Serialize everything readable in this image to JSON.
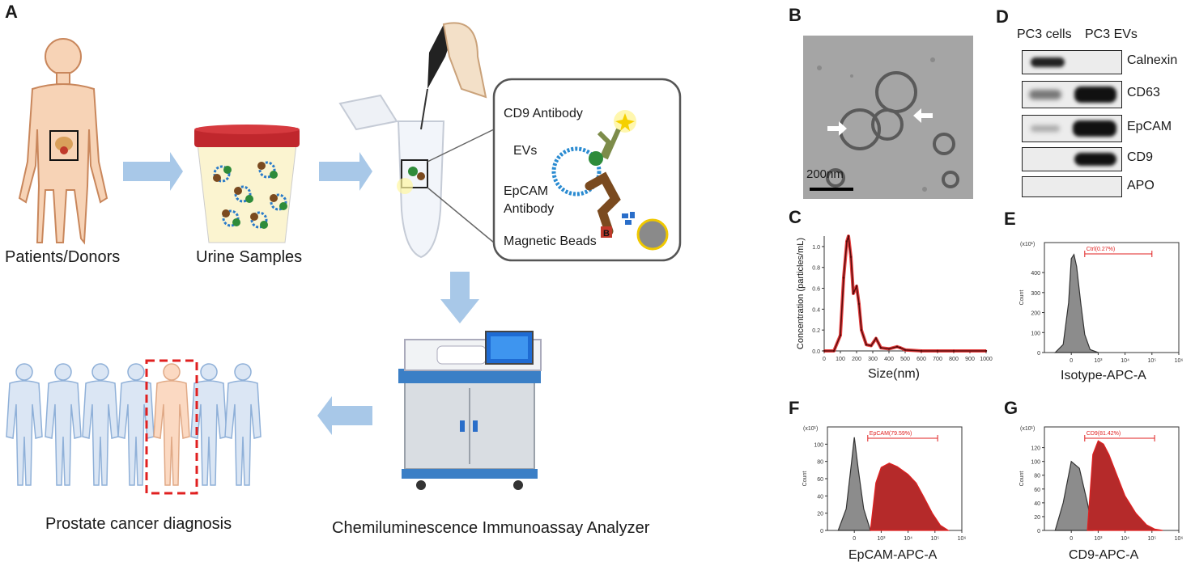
{
  "panels": {
    "A": "A",
    "B": "B",
    "C": "C",
    "D": "D",
    "E": "E",
    "F": "F",
    "G": "G"
  },
  "workflow": {
    "patients_label": "Patients/Donors",
    "urine_label": "Urine Samples",
    "diagnosis_label": "Prostate cancer diagnosis",
    "analyzer_label": "Chemiluminescence Immunoassay Analyzer",
    "inset": {
      "cd9_antibody": "CD9 Antibody",
      "evs": "EVs",
      "epcam_line1": "EpCAM",
      "epcam_line2": "Antibody",
      "magnetic_beads": "Magnetic Beads",
      "bead_letter": "B"
    }
  },
  "tem": {
    "scale_bar": "200nm"
  },
  "western_blot": {
    "columns": [
      "PC3 cells",
      "PC3 EVs"
    ],
    "rows": [
      "Calnexin",
      "CD63",
      "EpCAM",
      "CD9",
      "APO"
    ]
  },
  "nta": {
    "xlabel": "Size(nm)",
    "ylabel": "Concentration (particles/mL)"
  },
  "flow": {
    "E": {
      "xlabel": "Isotype-APC-A",
      "gate": "Ctrl(0.27%)"
    },
    "F": {
      "xlabel": "EpCAM-APC-A",
      "gate": "EpCAM(79.59%)"
    },
    "G": {
      "xlabel": "CD9-APC-A",
      "gate": "CD9(81.42%)"
    },
    "count_label": "Count",
    "multiplier": "(x10¹)"
  },
  "chart_data": [
    {
      "type": "line",
      "panel": "C",
      "xlabel": "Size(nm)",
      "ylabel": "Concentration (particles/mL)",
      "xlim": [
        0,
        1000
      ],
      "ylim": [
        0,
        1.1
      ],
      "x_ticks": [
        "0",
        "100",
        "200",
        "300",
        "400",
        "500",
        "600",
        "700",
        "800",
        "900",
        "1000"
      ],
      "y_ticks": [
        "0.0",
        "0.2",
        "0.4",
        "0.6",
        "0.8",
        "1.0"
      ],
      "x": [
        0,
        60,
        100,
        120,
        140,
        150,
        165,
        180,
        200,
        215,
        230,
        260,
        290,
        320,
        350,
        400,
        450,
        470,
        500,
        600,
        700,
        800,
        1000
      ],
      "y": [
        0,
        0.0,
        0.15,
        0.7,
        1.05,
        1.1,
        0.9,
        0.55,
        0.62,
        0.45,
        0.2,
        0.06,
        0.05,
        0.12,
        0.03,
        0.02,
        0.04,
        0.03,
        0.01,
        0.0,
        0.0,
        0.0,
        0.0
      ]
    },
    {
      "type": "area",
      "panel": "E",
      "xlabel": "Isotype-APC-A",
      "ylabel": "Count",
      "x_ticks": [
        "0",
        "10³",
        "10⁴",
        "10⁵",
        "10⁶"
      ],
      "y_ticks": [
        "0",
        "100",
        "200",
        "300",
        "400"
      ],
      "ylim": [
        0,
        550
      ],
      "series": [
        {
          "name": "Isotype",
          "x": [
            -0.6,
            -0.3,
            -0.1,
            0.0,
            0.1,
            0.2,
            0.35,
            0.5,
            0.7,
            1.0
          ],
          "y": [
            0,
            40,
            250,
            470,
            490,
            430,
            250,
            90,
            15,
            0
          ]
        }
      ],
      "gate_label": "Ctrl(0.27%)"
    },
    {
      "type": "area",
      "panel": "F",
      "xlabel": "EpCAM-APC-A",
      "ylabel": "Count",
      "x_ticks": [
        "0",
        "10³",
        "10⁴",
        "10⁵",
        "10⁶"
      ],
      "y_ticks": [
        "0",
        "20",
        "40",
        "60",
        "80",
        "100"
      ],
      "ylim": [
        0,
        120
      ],
      "series": [
        {
          "name": "Isotype",
          "x": [
            -0.6,
            -0.3,
            -0.1,
            0.0,
            0.15,
            0.35,
            0.6
          ],
          "y": [
            0,
            25,
            80,
            108,
            70,
            25,
            0
          ]
        },
        {
          "name": "EpCAM",
          "x": [
            0.6,
            0.8,
            1.0,
            1.3,
            1.6,
            2.0,
            2.3,
            2.6,
            2.9,
            3.2,
            3.5
          ],
          "y": [
            0,
            55,
            73,
            78,
            74,
            65,
            55,
            38,
            20,
            6,
            0
          ]
        }
      ],
      "gate_label": "EpCAM(79.59%)"
    },
    {
      "type": "area",
      "panel": "G",
      "xlabel": "CD9-APC-A",
      "ylabel": "Count",
      "x_ticks": [
        "0",
        "10³",
        "10⁴",
        "10⁵",
        "10⁶"
      ],
      "y_ticks": [
        "0",
        "20",
        "40",
        "60",
        "80",
        "100",
        "120"
      ],
      "ylim": [
        0,
        150
      ],
      "series": [
        {
          "name": "Isotype",
          "x": [
            -0.6,
            -0.3,
            0.0,
            0.3,
            0.6,
            0.8
          ],
          "y": [
            0,
            40,
            100,
            90,
            40,
            0
          ]
        },
        {
          "name": "CD9",
          "x": [
            0.6,
            0.8,
            1.0,
            1.2,
            1.4,
            1.7,
            2.0,
            2.4,
            2.8,
            3.1,
            3.4
          ],
          "y": [
            0,
            110,
            130,
            125,
            110,
            80,
            50,
            25,
            8,
            2,
            0
          ]
        }
      ],
      "gate_label": "CD9(81.42%)"
    }
  ]
}
